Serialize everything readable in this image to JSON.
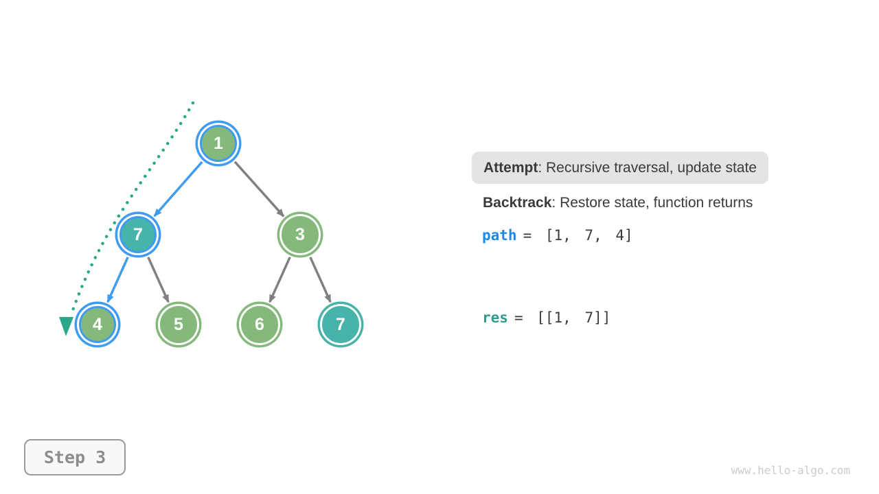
{
  "tree": {
    "nodes": [
      {
        "value": "1",
        "fill": "green",
        "ring": "blue"
      },
      {
        "value": "7",
        "fill": "teal",
        "ring": "blue"
      },
      {
        "value": "3",
        "fill": "green",
        "ring": "green"
      },
      {
        "value": "4",
        "fill": "green",
        "ring": "blue"
      },
      {
        "value": "5",
        "fill": "green",
        "ring": "green"
      },
      {
        "value": "6",
        "fill": "green",
        "ring": "green"
      },
      {
        "value": "7",
        "fill": "teal",
        "ring": "teal"
      }
    ],
    "edges": [
      {
        "from": "1",
        "to": "7-left",
        "style": "blue-visited"
      },
      {
        "from": "1",
        "to": "3",
        "style": "gray"
      },
      {
        "from": "7-left",
        "to": "4",
        "style": "blue-visited"
      },
      {
        "from": "7-left",
        "to": "5",
        "style": "gray"
      },
      {
        "from": "3",
        "to": "6",
        "style": "gray"
      },
      {
        "from": "3",
        "to": "7-right",
        "style": "gray"
      }
    ],
    "backtrack_path": "dotted teal curve with down arrow along nodes 1-7-4"
  },
  "panel": {
    "attempt_label": "Attempt",
    "attempt_rest": ": Recursive traversal, update state",
    "backtrack_label": "Backtrack",
    "backtrack_rest": ": Restore state, function returns",
    "path_var": "path",
    "path_value": "= [1, 7, 4]",
    "res_var": "res",
    "res_value": "= [[1, 7]]"
  },
  "step_badge": {
    "label": "Step 3"
  },
  "footer": {
    "text": "www.hello-algo.com"
  },
  "colors": {
    "node_green": "#85b97b",
    "node_teal": "#48b4a9",
    "highlight_blue": "#3f9bf0",
    "edge_gray": "#808080",
    "backtrack_teal": "#27a88a",
    "path_var_blue": "#1e88e5",
    "res_var_teal": "#2f9c8e",
    "attempt_bg": "#e4e4e4"
  }
}
